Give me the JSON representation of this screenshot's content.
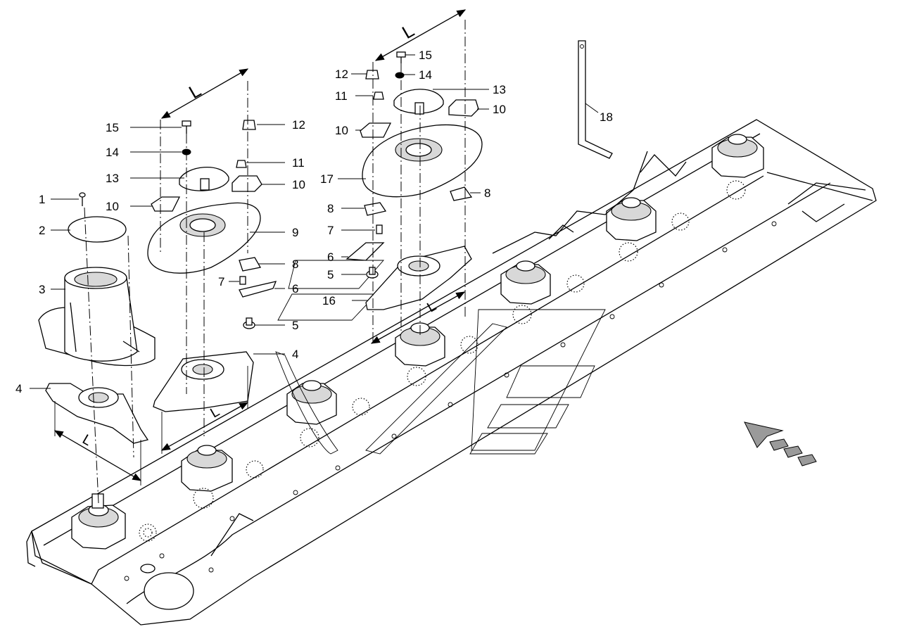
{
  "dimension_label": "L",
  "callouts": {
    "c1": "1",
    "c2": "2",
    "c3": "3",
    "c4a": "4",
    "c4b": "4",
    "c5a": "5",
    "c5b": "5",
    "c6a": "6",
    "c6b": "6",
    "c7a": "7",
    "c7b": "7",
    "c8a": "8",
    "c8b": "8",
    "c8c": "8",
    "c9": "9",
    "c10a": "10",
    "c10b": "10",
    "c10c": "10",
    "c10d": "10",
    "c11a": "11",
    "c11b": "11",
    "c12a": "12",
    "c12b": "12",
    "c13a": "13",
    "c13b": "13",
    "c14a": "14",
    "c14b": "14",
    "c15a": "15",
    "c15b": "15",
    "c16": "16",
    "c17": "17",
    "c18": "18"
  }
}
